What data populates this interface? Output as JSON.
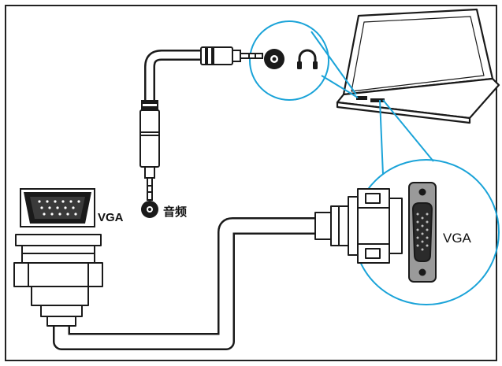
{
  "labels": {
    "vga_left": "VGA",
    "audio": "音频",
    "vga_right": "VGA"
  },
  "icons": {
    "headphone": "headphone-icon"
  },
  "colors": {
    "callout_blue": "#1aa3d8",
    "line": "#1a1a1a",
    "frame": "#222222"
  }
}
